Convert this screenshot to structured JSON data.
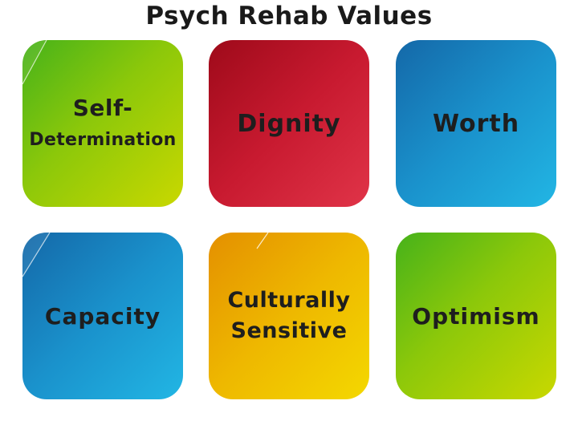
{
  "title": "Psych Rehab Values",
  "tiles": [
    {
      "line1": "Self-",
      "line2": "Determination",
      "color": "#8cc80a"
    },
    {
      "label": "Dignity",
      "color": "#c81a30"
    },
    {
      "label": "Worth",
      "color": "#1a92cc"
    },
    {
      "label": "Capacity",
      "color": "#1a92cc"
    },
    {
      "line1": "Culturally",
      "line2": "Sensitive",
      "color": "#eeb800"
    },
    {
      "label": "Optimism",
      "color": "#8cc80a"
    }
  ]
}
